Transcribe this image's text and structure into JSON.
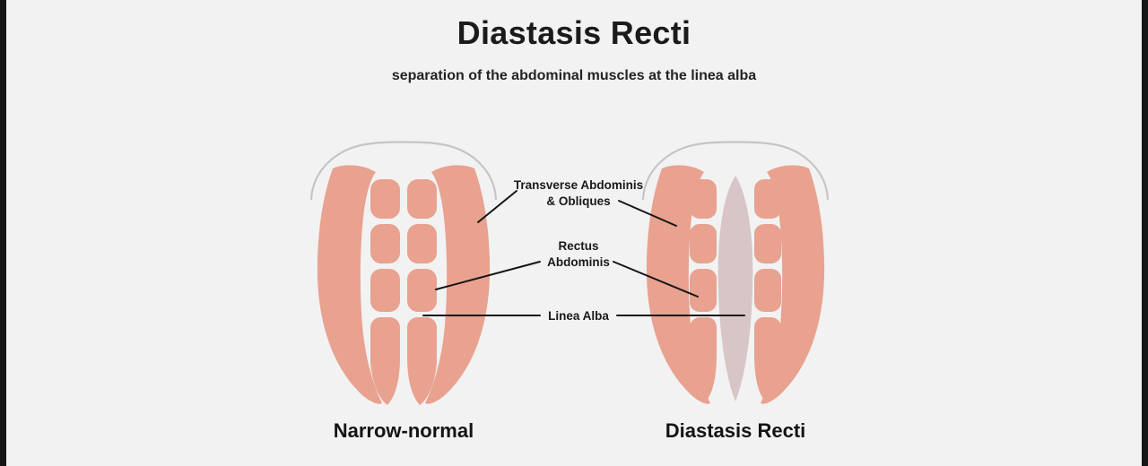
{
  "page": {
    "title": "Diastasis Recti",
    "subtitle": "separation of the abdominal muscles at the linea alba"
  },
  "labels": {
    "transverse": {
      "line1": "Transverse Abdominis",
      "line2": "& Obliques"
    },
    "rectus": {
      "line1": "Rectus",
      "line2": "Abdominis"
    },
    "linea_alba": "Linea Alba"
  },
  "figures": {
    "left": {
      "caption": "Narrow-normal"
    },
    "right": {
      "caption": "Diastasis Recti"
    }
  },
  "colors": {
    "background": "#f2f2f2",
    "muscle": "#e8a28f",
    "separation_gap": "#d8c5c8",
    "outline": "#c5c5c5",
    "leader_line": "#151515",
    "text": "#1b1b1d",
    "edge_bar": "#161616"
  }
}
